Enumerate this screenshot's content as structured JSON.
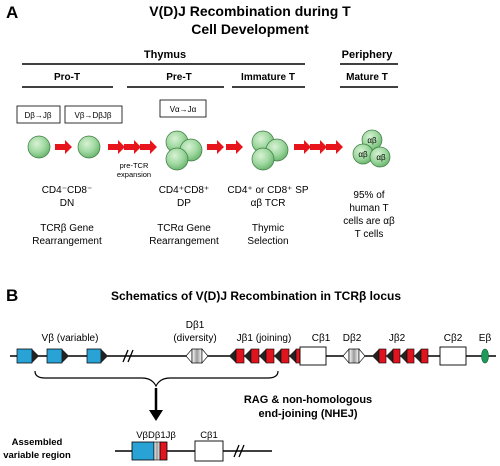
{
  "panel_a": {
    "letter": "A",
    "title_line1": "V(D)J Recombination during T",
    "title_line2": "Cell Development",
    "thymus": "Thymus",
    "periphery": "Periphery",
    "stages": {
      "pro_t": "Pro-T",
      "pre_t": "Pre-T",
      "immature_t": "Immature T",
      "mature_t": "Mature T"
    },
    "boxes": {
      "d_to_j": "Dβ→Jβ",
      "v_to_dj": "Vβ→DβJβ",
      "va_to_ja": "Vα→Jα"
    },
    "pre_tcr": [
      "pre-TCR",
      "expansion"
    ],
    "cell_label_ab": "αβ",
    "phenotypes": {
      "dn": [
        "CD4⁻CD8⁻",
        "DN"
      ],
      "dp": [
        "CD4⁺CD8⁺",
        "DP"
      ],
      "sp": [
        "CD4⁺ or CD8⁺ SP",
        "αβ TCR"
      ]
    },
    "events": {
      "tcrb": [
        "TCRβ Gene",
        "Rearrangement"
      ],
      "tcra": [
        "TCRα Gene",
        "Rearrangement"
      ],
      "selection": [
        "Thymic",
        "Selection"
      ],
      "mature": [
        "95% of",
        "human T",
        "cells are αβ",
        "T cells"
      ]
    }
  },
  "panel_b": {
    "letter": "B",
    "title": "Schematics of V(D)J Recombination in TCRβ locus",
    "labels": {
      "vb": "Vβ (variable)",
      "db1": [
        "Dβ1",
        "(diversity)"
      ],
      "jb1": "Jβ1 (joining)",
      "cb1": "Cβ1",
      "db2": "Dβ2",
      "jb2": "Jβ2",
      "cb2": "Cβ2",
      "eb": "Eβ"
    },
    "rag": [
      "RAG & non-homologous",
      "end-joining (NHEJ)"
    ],
    "assembled": [
      "Assembled",
      "variable region"
    ],
    "assembled_vdj": "VβDβ1Jβ",
    "assembled_c": "Cβ1"
  },
  "colors": {
    "v_segment": "#29a3d6",
    "j_segment": "#e0141e",
    "enhancer": "#1e9a5a",
    "cell_fill": "#9fd8a0",
    "arrow": "#e8141c"
  }
}
